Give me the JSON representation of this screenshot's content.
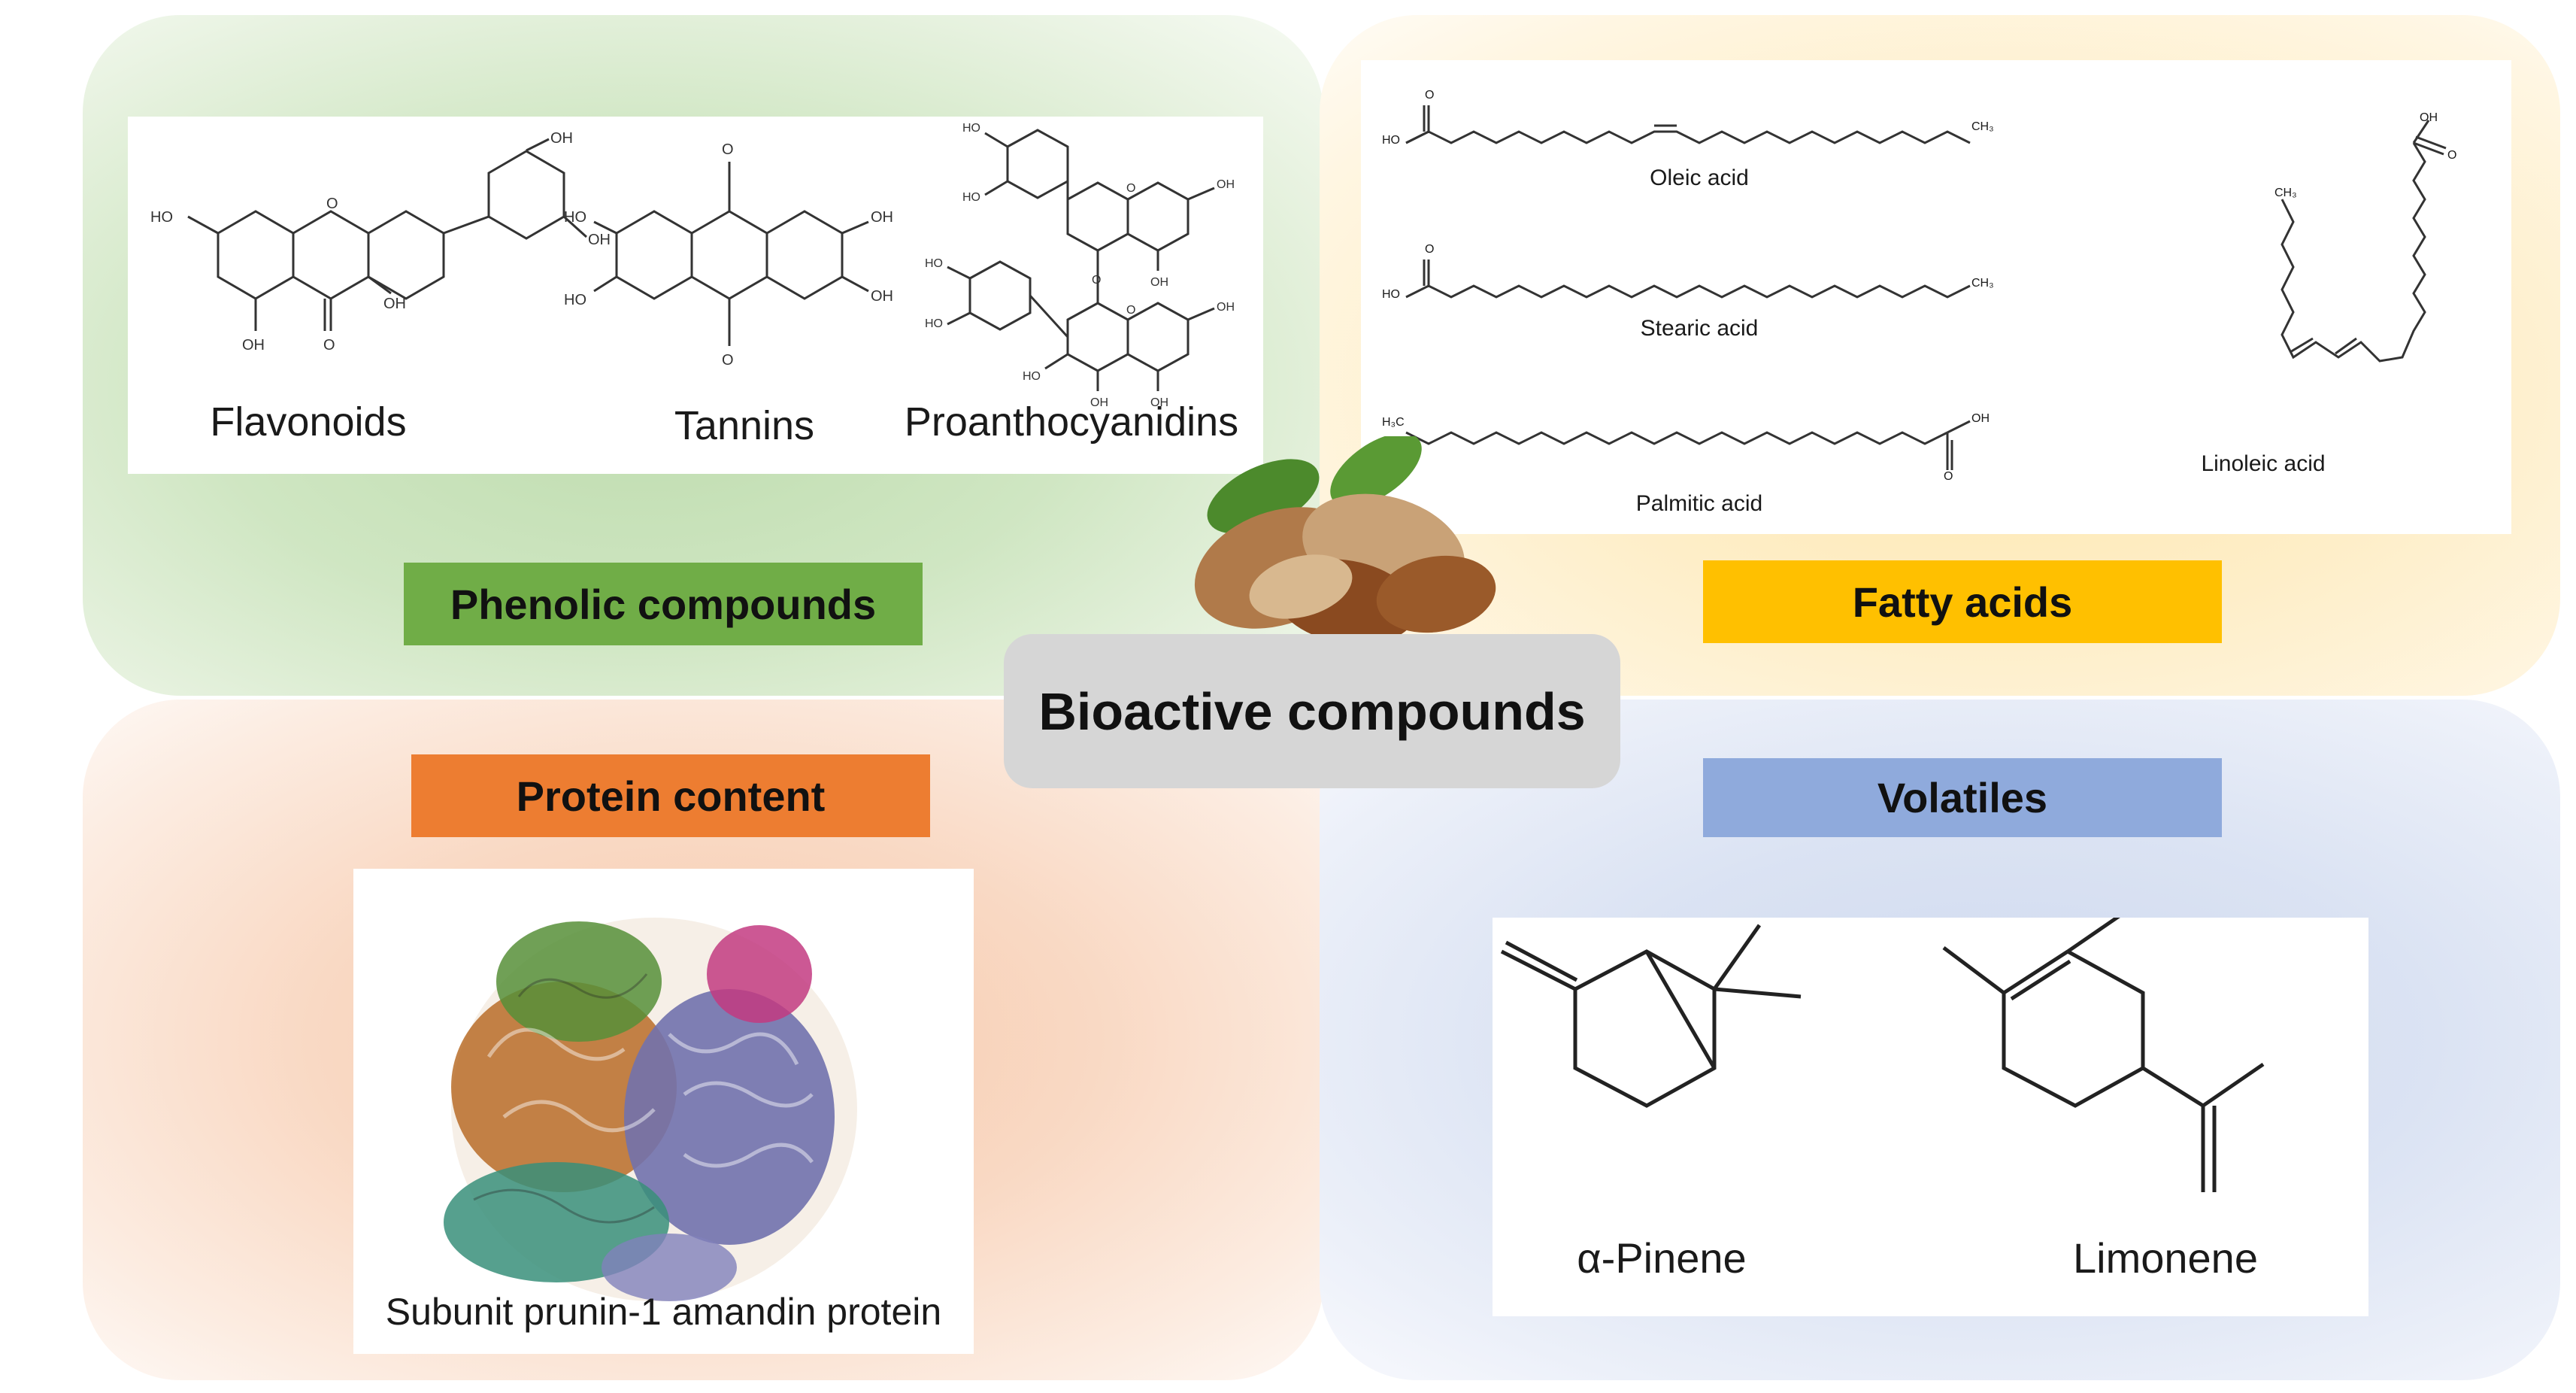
{
  "center": {
    "title": "Bioactive compounds"
  },
  "categories": {
    "phenolic": {
      "label": "Phenolic compounds",
      "color": "#70ad47",
      "items": [
        "Flavonoids",
        "Tannins",
        "Proanthocyanidins"
      ]
    },
    "fatty": {
      "label": "Fatty acids",
      "color": "#ffc000",
      "items": [
        "Oleic acid",
        "Stearic acid",
        "Palmitic acid",
        "Linoleic acid"
      ]
    },
    "protein": {
      "label": "Protein content",
      "color": "#ed7d31",
      "items": [
        "Subunit prunin-1 amandin protein"
      ]
    },
    "volatiles": {
      "label": "Volatiles",
      "color": "#8faadc",
      "items": [
        "α-Pinene",
        "Limonene"
      ]
    }
  },
  "atom_labels": {
    "oh": "OH",
    "o": "O",
    "ch3": "CH₃",
    "h3c": "H₃C",
    "ho": "HO"
  }
}
